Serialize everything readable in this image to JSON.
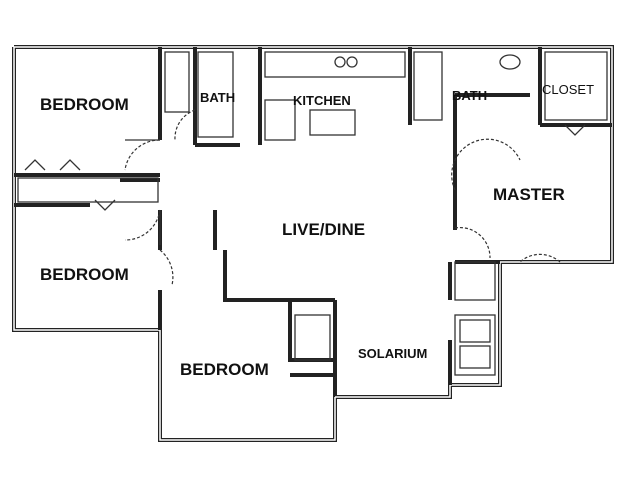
{
  "rooms": {
    "bedroom_top_left": "BEDROOM",
    "bath_left": "BATH",
    "kitchen": "KITCHEN",
    "bath_master": "BATH",
    "closet": "CLOSET",
    "master": "MASTER",
    "live_dine": "LIVE/DINE",
    "bedroom_mid_left": "BEDROOM",
    "bedroom_bottom": "BEDROOM",
    "solarium": "SOLARIUM"
  }
}
